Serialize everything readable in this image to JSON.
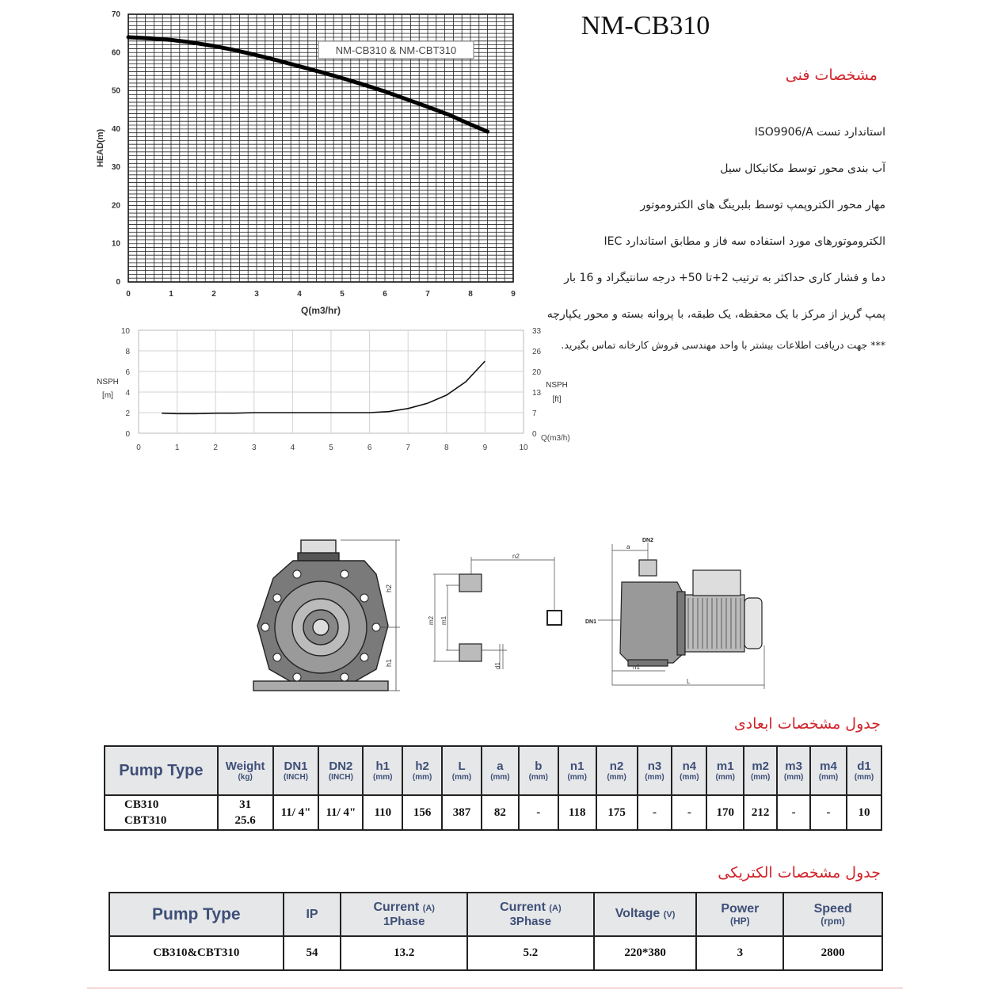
{
  "header": {
    "model": "NM-CB310"
  },
  "specs": {
    "heading": "مشخصات فنی",
    "items": [
      "استاندارد تست ISO9906/A",
      "آب بندی محور توسط مکانیکال سیل",
      "مهار محور الکتروپمپ توسط بلبرینگ های الکتروموتور",
      "الکتروموتورهای مورد استفاده سه فاز و مطابق استاندارد IEC",
      "دما و فشار کاری حداکثر به ترتیب 2+تا 50+ درجه سانتیگراد و 16 بار",
      "پمپ گریز از مرکز با یک محفظه، یک طبقه، با پروانه بسته و محور یکپارچه"
    ],
    "note": "*** جهت دریافت اطلاعات بیشتر با واحد مهندسی فروش کارخانه تماس بگیرید."
  },
  "chart_data": [
    {
      "type": "line",
      "legend": "NM-CB310 & NM-CBT310",
      "xlabel": "Q(m3/hr)",
      "ylabel": "HEAD(m)",
      "xlim": [
        0,
        9
      ],
      "ylim": [
        0,
        70
      ],
      "xticks": [
        "0",
        "1",
        "2",
        "3",
        "4",
        "5",
        "6",
        "7",
        "8",
        "9"
      ],
      "yticks": [
        "0",
        "10",
        "20",
        "30",
        "40",
        "50",
        "60",
        "70"
      ],
      "grid": true,
      "series": [
        {
          "name": "NM-CB310 & NM-CBT310",
          "x": [
            0,
            0.5,
            1,
            1.5,
            2,
            2.5,
            3,
            3.5,
            4,
            4.5,
            5,
            5.5,
            6,
            6.5,
            7,
            7.5,
            8,
            8.4
          ],
          "y": [
            64,
            63.7,
            63.3,
            62.6,
            61.7,
            60.6,
            59.3,
            57.9,
            56.4,
            54.9,
            53.3,
            51.6,
            49.8,
            47.8,
            45.8,
            43.7,
            41.2,
            39.3
          ]
        }
      ]
    },
    {
      "type": "line",
      "xlabel": "Q(m3/h)",
      "ylabel_left": "NSPH [m]",
      "ylabel_right": "NSPH [ft]",
      "xlim": [
        0,
        10
      ],
      "ylim": [
        0,
        10
      ],
      "xticks": [
        "0",
        "1",
        "2",
        "3",
        "4",
        "5",
        "6",
        "7",
        "8",
        "9",
        "10"
      ],
      "yticks_left": [
        "0",
        "2",
        "4",
        "6",
        "8",
        "10"
      ],
      "yticks_right": [
        "0",
        "7",
        "13",
        "20",
        "26",
        "33"
      ],
      "grid": true,
      "series": [
        {
          "x": [
            0.6,
            1,
            1.5,
            2,
            2.5,
            3,
            3.5,
            4,
            4.5,
            5,
            5.5,
            6,
            6.5,
            7,
            7.5,
            8,
            8.5,
            9
          ],
          "y": [
            1.95,
            1.9,
            1.9,
            1.95,
            1.95,
            2.0,
            2.0,
            2.0,
            2.0,
            2.0,
            2.0,
            2.0,
            2.1,
            2.4,
            2.9,
            3.7,
            5.0,
            7.0
          ]
        }
      ]
    }
  ],
  "drawing": {
    "front": {
      "dims": [
        "h2",
        "h1"
      ]
    },
    "base": {
      "dims": [
        "n2",
        "m2",
        "m1",
        "d1"
      ]
    },
    "side": {
      "dims": [
        "DN2",
        "DN1",
        "a",
        "n1",
        "L"
      ]
    }
  },
  "dim_table": {
    "title": "جدول مشخصات ابعادی",
    "type_header": "Pump Type",
    "columns": [
      {
        "label": "Weight",
        "unit": "(kg)"
      },
      {
        "label": "DN1",
        "unit": "(INCH)"
      },
      {
        "label": "DN2",
        "unit": "(INCH)"
      },
      {
        "label": "h1",
        "unit": "(mm)"
      },
      {
        "label": "h2",
        "unit": "(mm)"
      },
      {
        "label": "L",
        "unit": "(mm)"
      },
      {
        "label": "a",
        "unit": "(mm)"
      },
      {
        "label": "b",
        "unit": "(mm)"
      },
      {
        "label": "n1",
        "unit": "(mm)"
      },
      {
        "label": "n2",
        "unit": "(mm)"
      },
      {
        "label": "n3",
        "unit": "(mm)"
      },
      {
        "label": "n4",
        "unit": "(mm)"
      },
      {
        "label": "m1",
        "unit": "(mm)"
      },
      {
        "label": "m2",
        "unit": "(mm)"
      },
      {
        "label": "m3",
        "unit": "(mm)"
      },
      {
        "label": "m4",
        "unit": "(mm)"
      },
      {
        "label": "d1",
        "unit": "(mm)"
      }
    ],
    "row": {
      "types": [
        "CB310",
        "CBT310"
      ],
      "weights": [
        "31",
        "25.6"
      ],
      "values": [
        "11/ 4\"",
        "11/ 4\"",
        "110",
        "156",
        "387",
        "82",
        "-",
        "118",
        "175",
        "-",
        "-",
        "170",
        "212",
        "-",
        "-",
        "10"
      ]
    }
  },
  "elec_table": {
    "title": "جدول مشخصات الکتریکی",
    "type_header": "Pump Type",
    "columns": [
      {
        "label": "IP",
        "u": "",
        "unit": ""
      },
      {
        "label": "Current",
        "u": "(A)",
        "unit": "1Phase"
      },
      {
        "label": "Current",
        "u": "(A)",
        "unit": "3Phase"
      },
      {
        "label": "Voltage",
        "u": "(V)",
        "unit": ""
      },
      {
        "label": "Power",
        "u": "",
        "unit": "(HP)"
      },
      {
        "label": "Speed",
        "u": "",
        "unit": "(rpm)"
      }
    ],
    "row": [
      "CB310&CBT310",
      "54",
      "13.2",
      "5.2",
      "220*380",
      "3",
      "2800"
    ]
  }
}
